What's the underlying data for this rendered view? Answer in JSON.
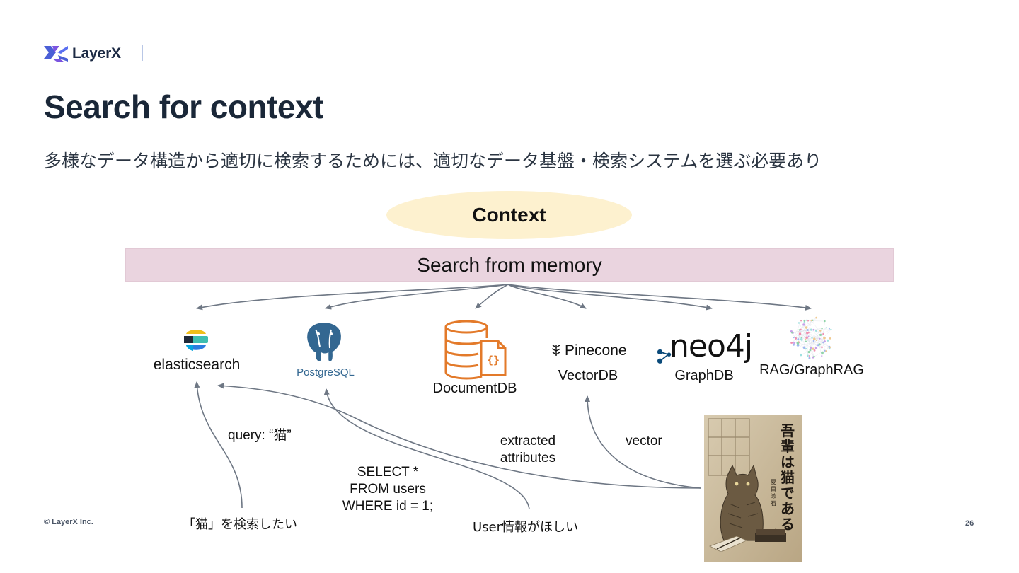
{
  "header": {
    "logo_text": "LayerX",
    "title": "Search for context",
    "subtitle": "多様なデータ構造から適切に検索するためには、適切なデータ基盤・検索システムを選ぶ必要あり"
  },
  "diagram": {
    "context_label": "Context",
    "memory_label": "Search from memory",
    "systems": [
      {
        "name": "elasticsearch",
        "icon": "elasticsearch-logo"
      },
      {
        "name": "PostgreSQL",
        "icon": "postgresql-elephant-logo"
      },
      {
        "name": "DocumentDB",
        "icon": "database-document-icon"
      },
      {
        "logo_text": "Pinecone",
        "name": "VectorDB",
        "icon": "pinecone-logo"
      },
      {
        "logo_text": "neo4j",
        "name": "GraphDB",
        "icon": "neo4j-logo"
      },
      {
        "name": "RAG/GraphRAG",
        "icon": "graph-cloud-icon"
      }
    ],
    "edges": {
      "query_label": "query: “猫”",
      "sql_label": [
        "SELECT *",
        "FROM users",
        "WHERE id = 1;"
      ],
      "attributes_label": [
        "extracted",
        "attributes"
      ],
      "vector_label": "vector"
    },
    "requests": {
      "cat_search": "「猫」を検索したい",
      "user_info": "User情報がほしい"
    },
    "book": {
      "title_chars": "吾輩は猫である",
      "author": "夏目漱石"
    }
  },
  "footer": {
    "copyright": "© LayerX Inc.",
    "page_number": "26"
  },
  "colors": {
    "context_fill": "#fdf1cf",
    "memory_fill": "#ead4df",
    "arrow": "#6e7784",
    "brand_blue": "#4b5fd6",
    "brand_purple": "#7b54e0",
    "postgres_blue": "#336791",
    "docdb_orange": "#e37a2a"
  }
}
